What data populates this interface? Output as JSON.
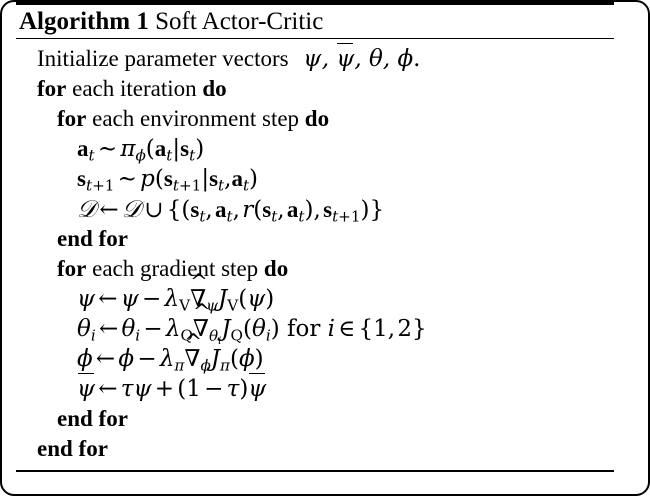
{
  "figure": {
    "kind": "algorithm-pseudocode-block",
    "title_keyword": "Algorithm 1",
    "title_name": "Soft Actor-Critic",
    "rule_color": "#000000",
    "text_color": "#000000",
    "background_color": "#ffffff"
  },
  "algorithm": {
    "lines": [
      {
        "id": "line-initialize",
        "indent": 0,
        "text": "Initialize parameter vectors ψ, ψ̄, θ, ϕ."
      },
      {
        "id": "line-for-iteration",
        "indent": 0,
        "text": "for each iteration do"
      },
      {
        "id": "line-for-env-step",
        "indent": 1,
        "text": "for each environment step do"
      },
      {
        "id": "line-sample-action",
        "indent": 2,
        "text": "a_t ~ π_ϕ(a_t|s_t)"
      },
      {
        "id": "line-sample-state",
        "indent": 2,
        "text": "s_{t+1} ~ p(s_{t+1}|s_t, a_t)"
      },
      {
        "id": "line-replay-buffer",
        "indent": 2,
        "text": "D ← D ∪ {(s_t, a_t, r(s_t, a_t), s_{t+1})}"
      },
      {
        "id": "line-end-for-env",
        "indent": 1,
        "text": "end for"
      },
      {
        "id": "line-for-gradient-step",
        "indent": 1,
        "text": "for each gradient step do"
      },
      {
        "id": "line-update-psi",
        "indent": 2,
        "text": "ψ ← ψ − λ_V ∇̂_ψ J_V(ψ)"
      },
      {
        "id": "line-update-theta",
        "indent": 2,
        "text": "θ_i ← θ_i − λ_Q ∇̂_{θ_i} J_Q(θ_i) for i ∈ {1, 2}"
      },
      {
        "id": "line-update-phi",
        "indent": 2,
        "text": "ϕ ← ϕ − λ_π ∇̂_ϕ J_π(ϕ)"
      },
      {
        "id": "line-update-target",
        "indent": 2,
        "text": "ψ̄ ← τψ + (1 − τ)ψ̄"
      },
      {
        "id": "line-end-for-gradient",
        "indent": 1,
        "text": "end for"
      },
      {
        "id": "line-end-for-iteration",
        "indent": 0,
        "text": "end for"
      }
    ],
    "keywords": {
      "for": "for",
      "do": "do",
      "end_for": "end for",
      "each_iteration": "each iteration",
      "each_environment_step": "each environment step",
      "each_gradient_step": "each gradient step",
      "initialize_prefix": "Initialize parameter vectors",
      "for_roman": "for"
    },
    "symbols": {
      "psi": "ψ",
      "psi_bar": "ψ",
      "theta": "θ",
      "phi": "ϕ",
      "pi": "π",
      "tau": "τ",
      "lambda": "λ",
      "nabla": "∇",
      "cal_D": "𝒟",
      "sim": "∼",
      "gets": "←",
      "cup": "∪",
      "in": "∈",
      "minus": "−",
      "plus": "+",
      "mid": "|",
      "comma": ",",
      "period": ".",
      "a": "a",
      "s": "s",
      "r": "r",
      "p": "p",
      "J": "J",
      "V": "V",
      "Q": "Q",
      "i": "i",
      "t": "t",
      "t_plus_1": "t+1",
      "one": "1",
      "two": "2"
    }
  }
}
